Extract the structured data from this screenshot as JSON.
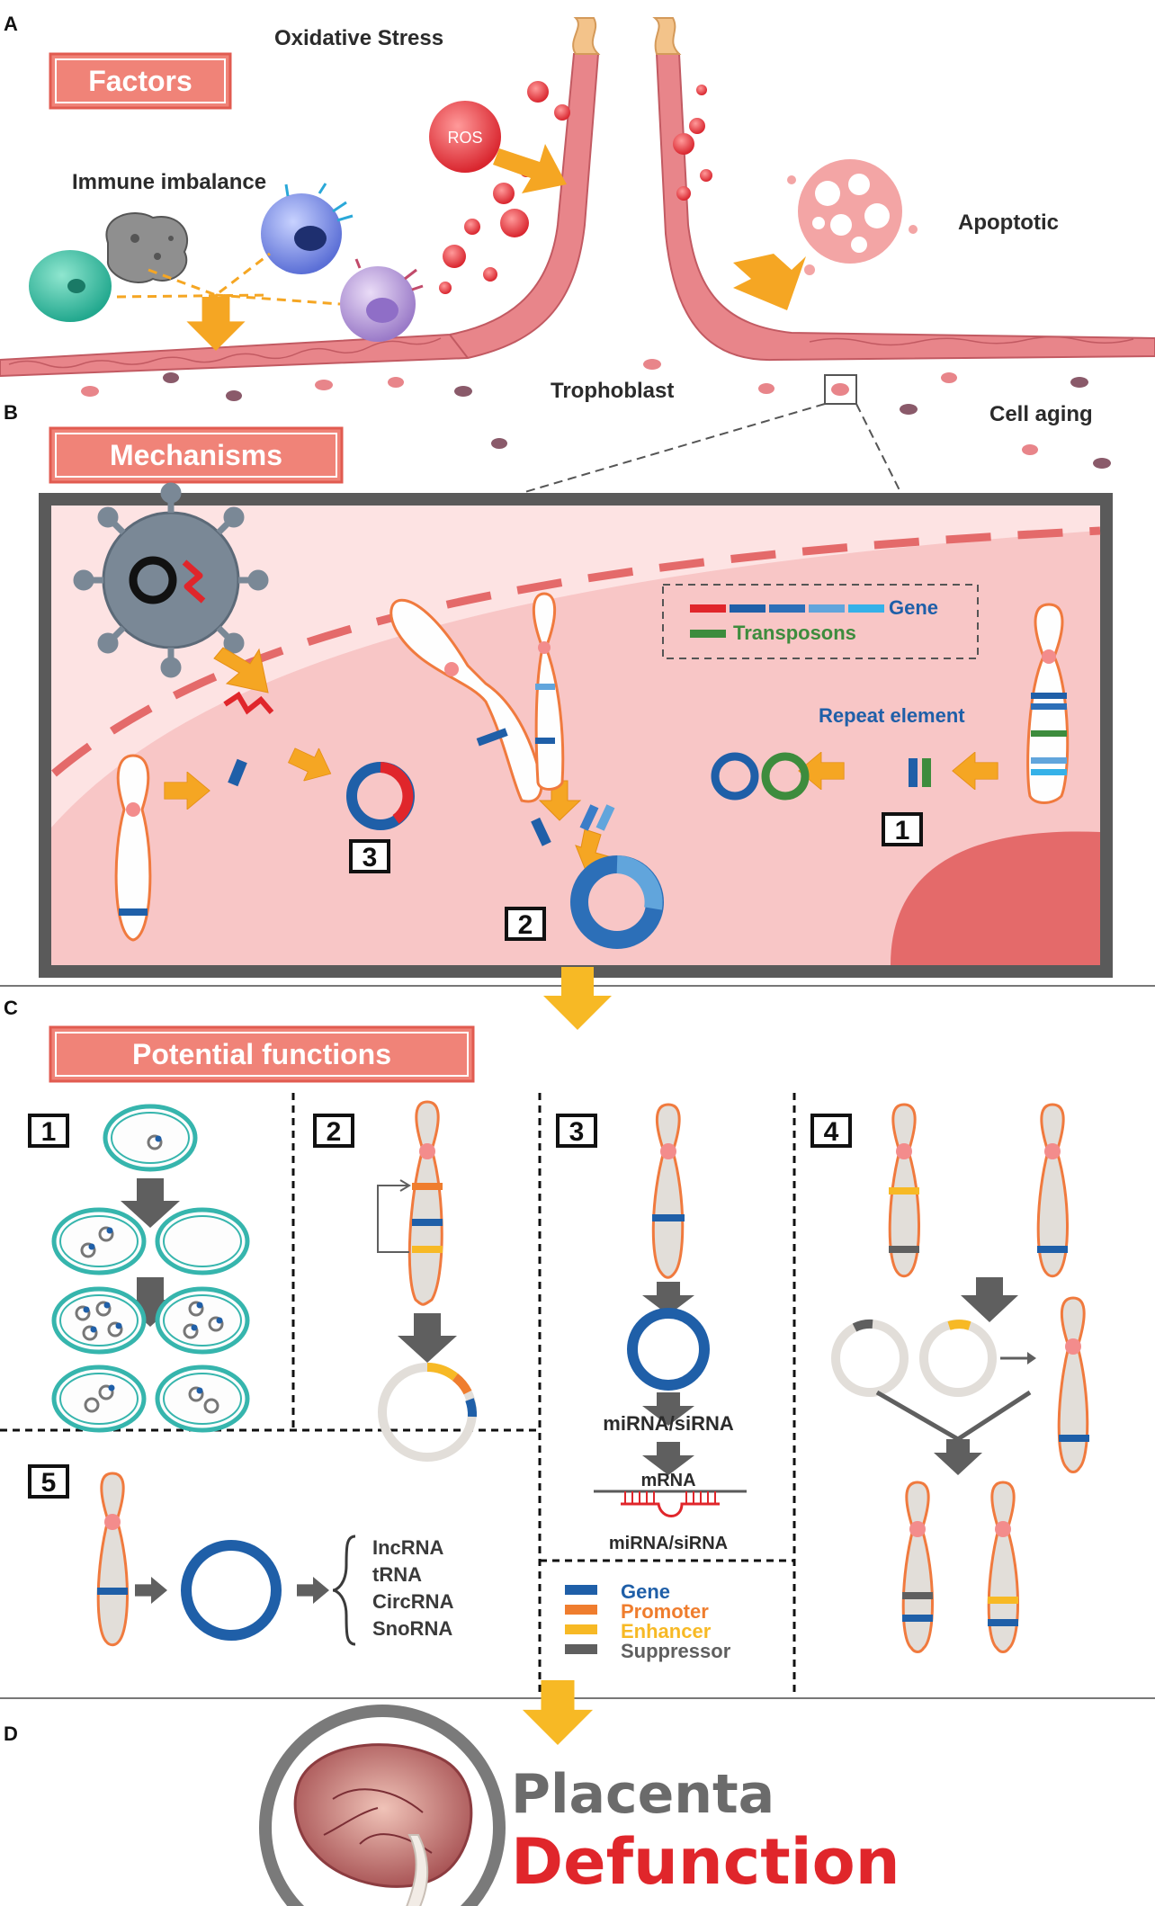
{
  "panels": {
    "a": {
      "letter": "A",
      "banner": "Factors",
      "labels": {
        "oxidative": "Oxidative Stress",
        "ros": "ROS",
        "immune": "Immune imbalance",
        "apoptotic": "Apoptotic",
        "trophoblast": "Trophoblast",
        "aging": "Cell aging"
      }
    },
    "b": {
      "letter": "B",
      "banner": "Mechanisms",
      "legend_gene": "Gene",
      "legend_transposons": "Transposons",
      "repeat": "Repeat element",
      "nums": [
        "1",
        "2",
        "3"
      ]
    },
    "c": {
      "letter": "C",
      "banner": "Potential functions",
      "nums": [
        "1",
        "2",
        "3",
        "4",
        "5"
      ],
      "mirna_top": "miRNA/siRNA",
      "mrna": "mRNA",
      "mirna_bottom": "miRNA/siRNA",
      "legend": [
        {
          "label": "Gene",
          "color": "#1f5fa8"
        },
        {
          "label": "Promoter",
          "color": "#ef7d2e"
        },
        {
          "label": "Enhancer",
          "color": "#f7b925"
        },
        {
          "label": "Suppressor",
          "color": "#5f5f5f"
        }
      ],
      "rna_types": [
        "IncRNA",
        "tRNA",
        "CircRNA",
        "SnoRNA"
      ]
    },
    "d": {
      "letter": "D",
      "line1": "Placenta",
      "line2": "Defunction"
    }
  },
  "colors": {
    "banner": "#f08378",
    "tissue": "#e8858a",
    "arrow": "#f5a623",
    "gene": "#1f5fa8",
    "circle_teal": "#36b5ad",
    "frame": "#5a5a5a"
  }
}
